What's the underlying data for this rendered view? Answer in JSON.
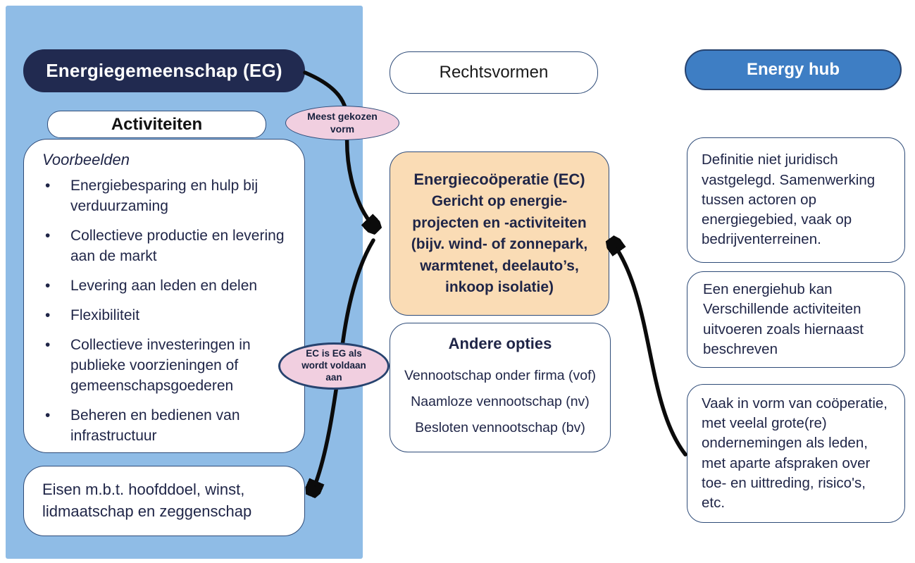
{
  "colors": {
    "panel_blue": "#8FBCE6",
    "navy_fill": "#212A50",
    "box_border": "#2E4B78",
    "orange_fill": "#FADCB5",
    "pink_fill": "#F1CFE0",
    "blue_pill_fill": "#3E7EC4",
    "text_navy": "#1F2547",
    "arrow_black": "#0B0B0B"
  },
  "left": {
    "header": "Energiegemeenschap (EG)",
    "subheader": "Activiteiten",
    "examples": {
      "title": "Voorbeelden",
      "bullet": "•",
      "items": [
        "Energiebesparing en hulp bij verduurzaming",
        "Collectieve productie en levering aan de markt",
        "Levering aan leden en delen",
        "Flexibiliteit",
        "Collectieve investeringen in publieke voorzieningen of gemeenschapsgoederen",
        "Beheren en bedienen van infrastructuur"
      ]
    },
    "requirements": "Eisen m.b.t. hoofddoel, winst, lidmaatschap en zeggenschap"
  },
  "middle": {
    "header": "Rechtsvormen",
    "ec_box": {
      "title": "Energiecoöperatie (EC)",
      "lines": [
        "Gericht op energie-",
        "projecten en -activiteiten",
        "(bijv. wind- of zonnepark,",
        "warmtenet, deelauto’s,",
        "inkoop isolatie)"
      ]
    },
    "other_options": {
      "title": "Andere opties",
      "items": [
        "Vennootschap onder firma (vof)",
        "Naamloze vennootschap (nv)",
        "Besloten vennootschap (bv)"
      ]
    }
  },
  "right": {
    "header": "Energy hub",
    "boxes": [
      "Definitie niet juridisch vastgelegd. Samenwerking tussen actoren op energiegebied, vaak op bedrijventerreinen.",
      "Een energiehub kan Verschillende activiteiten uitvoeren zoals hiernaast beschreven",
      "Vaak in vorm van coöperatie, met veelal grote(re) ondernemingen als leden, met aparte afspraken over toe- en uittreding, risico's, etc."
    ]
  },
  "callouts": {
    "most_chosen": "Meest gekozen vorm",
    "ec_is_eg": "EC is EG als wordt voldaan aan"
  }
}
